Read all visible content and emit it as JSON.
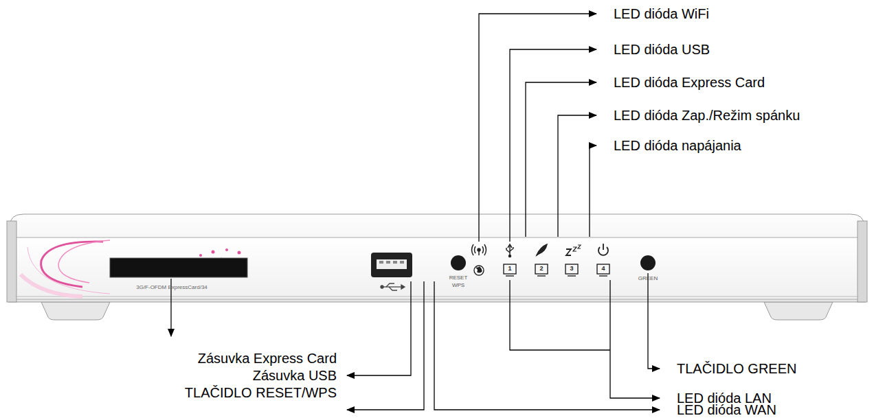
{
  "diagram": {
    "labels": [
      "LED dióda WiFi",
      "LED dióda USB",
      "LED dióda Express Card",
      "LED dióda Zap./Režim spánku",
      "LED dióda napájania",
      "TLAČIDLO GREEN",
      "LED dióda LAN",
      "LED dióda WAN",
      "Zásuvka Express Card",
      "Zásuvka USB",
      "TLAČIDLO RESET/WPS",
      "3G/F-OFDM ExpressCard/34",
      "RESET",
      "WPS",
      "GREEN",
      "1",
      "2",
      "3",
      "4"
    ]
  }
}
